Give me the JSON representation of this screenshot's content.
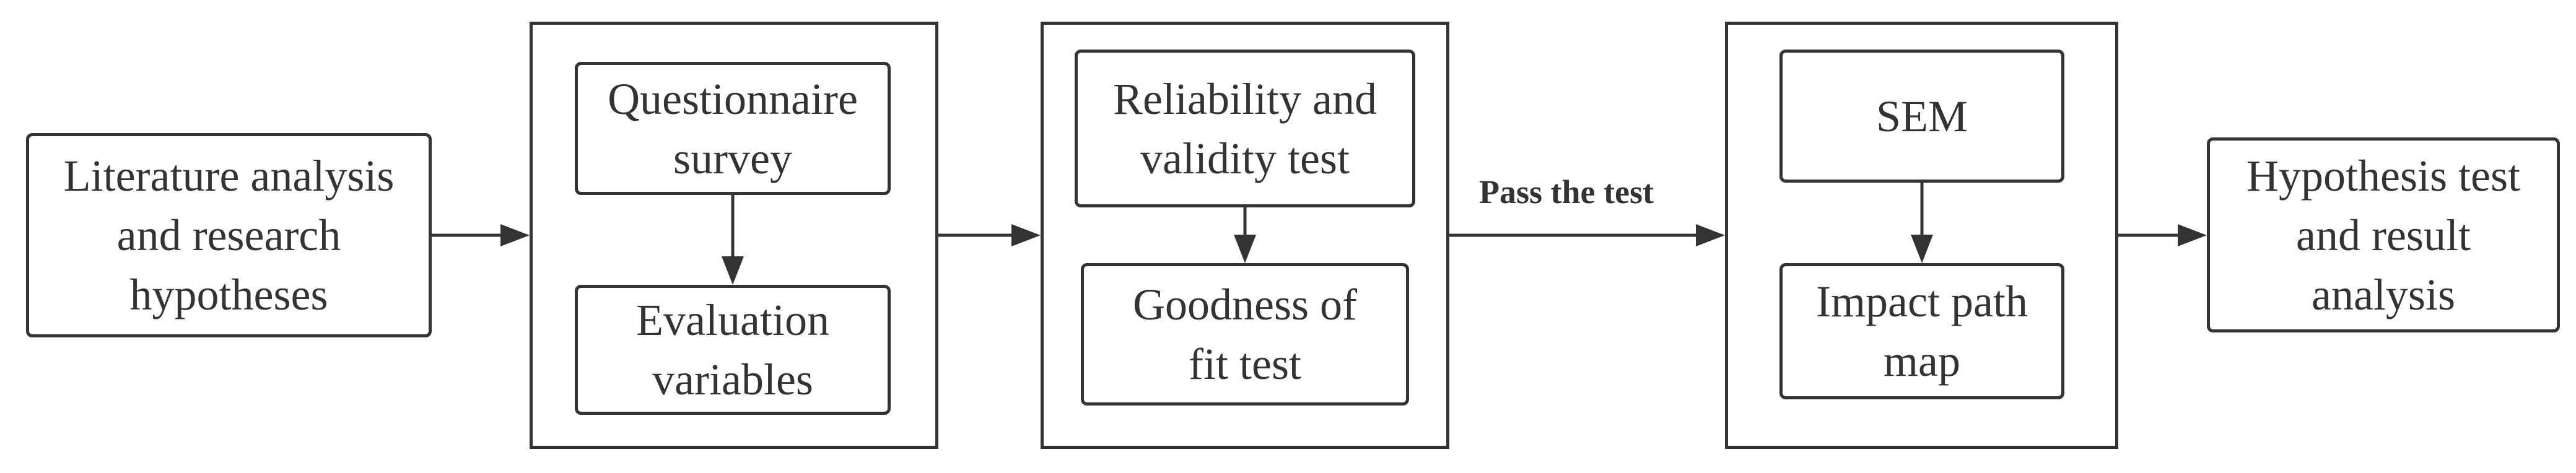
{
  "diagram": {
    "nodes": {
      "literature": "Literature analysis\nand research\nhypotheses",
      "questionnaire": "Questionnaire\nsurvey",
      "evaluation": "Evaluation\nvariables",
      "reliability": "Reliability and\nvalidity test",
      "goodness": "Goodness of\nfit test",
      "sem": "SEM",
      "impact": "Impact path\nmap",
      "hypothesis": "Hypothesis test\nand result\nanalysis"
    },
    "edge_labels": {
      "pass": "Pass the test"
    },
    "colors": {
      "stroke": "#333333",
      "background": "#ffffff"
    }
  }
}
